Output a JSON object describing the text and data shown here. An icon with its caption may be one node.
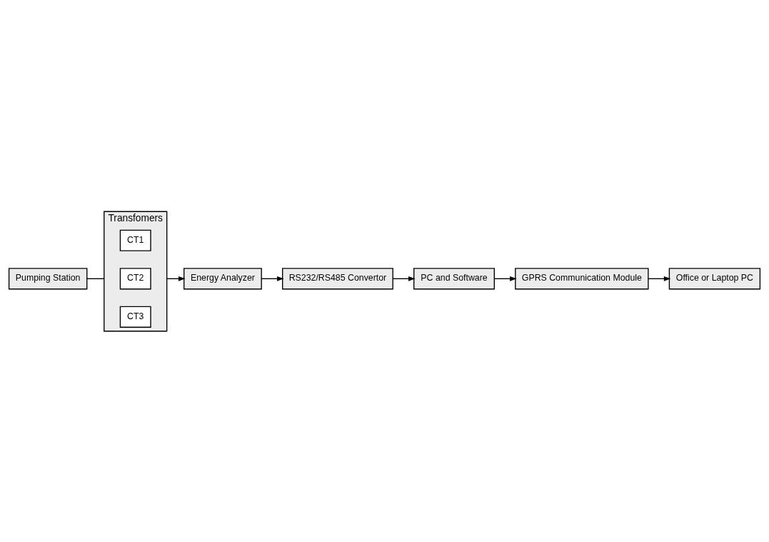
{
  "diagram": {
    "nodes": [
      {
        "text": [
          "Pumping Station"
        ]
      },
      {
        "text": [
          "Transfomers"
        ]
      },
      {
        "text": [
          "CT1"
        ],
        "in": 1
      },
      {
        "text": [
          "CT2"
        ],
        "in": 1
      },
      {
        "text": [
          "CT3"
        ],
        "in": 1
      },
      {
        "text": [
          "Energy Analyzer"
        ]
      },
      {
        "text": [
          "RS232/RS485 Convertor"
        ]
      },
      {
        "text": [
          "Office or Laptop PC"
        ]
      },
      {
        "text": [
          "GPRS Communication Module"
        ]
      },
      {
        "text": [
          "PC and Software"
        ]
      }
    ],
    "edges": [
      {
        "from": 0,
        "to": 1,
        "arrow": "none"
      },
      {
        "from": 1,
        "to": 5,
        "arrow": "to"
      },
      {
        "from": 5,
        "to": 6,
        "arrow": "to"
      },
      {
        "from": 6,
        "to": 9,
        "arrow": "to"
      },
      {
        "from": 9,
        "to": 8,
        "arrow": "to"
      },
      {
        "from": 8,
        "to": 7,
        "arrow": "to"
      }
    ]
  }
}
